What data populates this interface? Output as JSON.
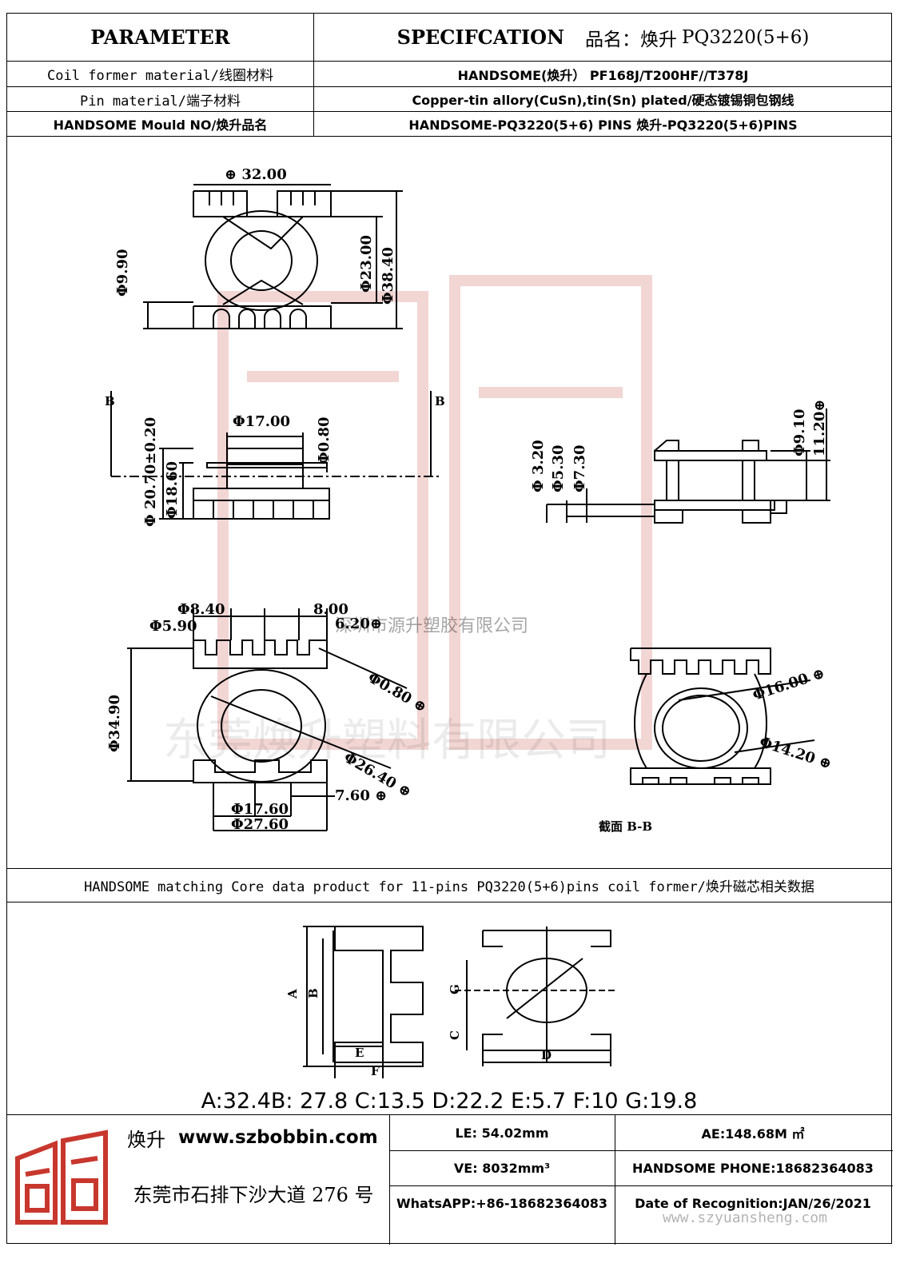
{
  "header": {
    "parameter": "PARAMETER",
    "specification": "SPECIFCATION",
    "product_name_label": "品名：焕升",
    "product_name": "PQ3220(5+6)"
  },
  "rows": [
    {
      "label": "Coil former material/线圈材料",
      "value": "HANDSOME(焕升）  PF168J/T200HF//T378J"
    },
    {
      "label": "Pin material/端子材料",
      "value": "Copper-tin allory(CuSn),tin(Sn) plated/硬态镀锡铜包钢线"
    },
    {
      "label": "HANDSOME Mould NO/焕升品名",
      "value": "HANDSOME-PQ3220(5+6) PINS   焕升-PQ3220(5+6)PINS"
    }
  ],
  "drawing": {
    "top_view": {
      "width": "⊕ 32.00",
      "pin_height": "Φ9.90",
      "inner_height": "Φ23.00",
      "total_height": "Φ38.40"
    },
    "side_view": {
      "section_mark": "B",
      "flange": "Φ17.00",
      "thickness": "Φ0.80",
      "height_a": "Φ18.60",
      "height_b": "Φ\n20.70±0.20"
    },
    "right_view": {
      "a": "Φ 3.20",
      "b": "Φ5.30",
      "c": "Φ7.30",
      "d": "Φ9.10",
      "e": "11.20⊕"
    },
    "bottom_view": {
      "pitch1": "Φ8.40",
      "pitch2": "8.00",
      "pitch3": "6.20⊕",
      "offset": "Φ5.90",
      "pin_dia": "Φ0.80 ⊕",
      "height": "Φ34.90",
      "diag": "Φ26.40 ⊕",
      "gap": "7.60 ⊕",
      "inner_w": "Φ17.60",
      "outer_w": "Φ27.60"
    },
    "section_view": {
      "outer": "Φ16.00 ⊕",
      "inner": "Φ14.20 ⊕",
      "caption": "截面 B-B"
    }
  },
  "watermarks": {
    "company_small": "深圳市源升塑胶有限公司",
    "company_large": "东莞焕升塑料有限公司",
    "url": "www.szyuansheng.com"
  },
  "core": {
    "title": "HANDSOME matching Core data  product for 11-pins PQ3220(5+6)pins coil former/焕升磁芯相关数据",
    "labels": [
      "A",
      "B",
      "E",
      "F",
      "G",
      "C",
      "D"
    ],
    "values_text": "A:32.4B: 27.8 C:13.5 D:22.2 E:5.7 F:10 G:19.8"
  },
  "footer": {
    "brand": "焕升",
    "website": "www.szbobbin.com",
    "address": "东莞市石排下沙大道 276 号",
    "le": "LE: 54.02mm",
    "ae": "AE:148.68M ㎡",
    "ve": "VE: 8032mm³",
    "phone": "HANDSOME PHONE:18682364083",
    "whatsapp": "WhatsAPP:+86-18682364083",
    "date": "Date of Recognition:JAN/26/2021"
  },
  "colors": {
    "logo_red": "#c8372d",
    "line": "#000000",
    "watermark": "#e8b5b0"
  }
}
